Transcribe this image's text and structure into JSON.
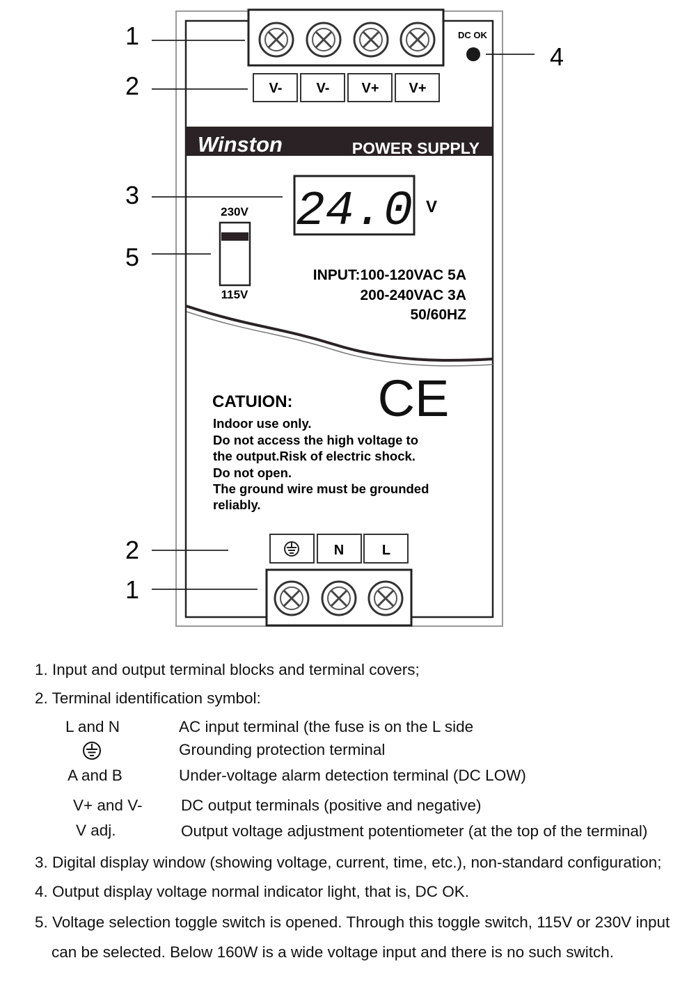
{
  "callouts": {
    "top_terminal_block": "1",
    "top_terminal_labels": "2",
    "display": "3",
    "dc_ok_indicator": "4",
    "voltage_switch": "5",
    "bottom_terminal_labels": "2",
    "bottom_terminal_block": "1"
  },
  "device": {
    "dc_ok_label": "DC OK",
    "output_terminals": [
      "V-",
      "V-",
      "V+",
      "V+"
    ],
    "brand": "Winston",
    "product": "POWER SUPPLY",
    "display_value": "24.0",
    "display_unit": "V",
    "switch_high": "230V",
    "switch_low": "115V",
    "input_lines": [
      "INPUT:100-120VAC  5A",
      "200-240VAC  3A",
      "50/60HZ"
    ],
    "ce_mark": "CE",
    "caution_title": "CATUION:",
    "caution_lines": [
      "Indoor use only.",
      "Do not access the high voltage to",
      "the output.Risk of electric shock.",
      "Do not open.",
      "The ground wire must be grounded",
      "reliably."
    ],
    "input_terminals": [
      "ground-symbol",
      "N",
      "L"
    ]
  },
  "legend": {
    "item1": "1. Input and output terminal blocks and terminal covers;",
    "item2": "2. Terminal identification symbol:",
    "terminals": [
      {
        "term": "L and N",
        "desc": "AC input terminal (the fuse is on the L side"
      },
      {
        "term": "ground-symbol",
        "desc": "Grounding protection terminal"
      },
      {
        "term": "A and B",
        "desc": "Under-voltage alarm detection terminal (DC LOW)"
      },
      {
        "term": "V+ and V-",
        "desc": "DC output terminals (positive and negative)"
      },
      {
        "term": "V adj.",
        "desc": "Output voltage adjustment potentiometer (at the top of the terminal)"
      }
    ],
    "item3": "3. Digital display window (showing voltage, current, time, etc.), non-standard configuration;",
    "item4": "4. Output display voltage normal indicator light, that is, DC OK.",
    "item5_line1": "5. Voltage selection toggle switch is opened. Through this toggle switch, 115V or 230V input",
    "item5_line2": "can be selected. Below 160W is a wide voltage input and there is no such switch."
  }
}
